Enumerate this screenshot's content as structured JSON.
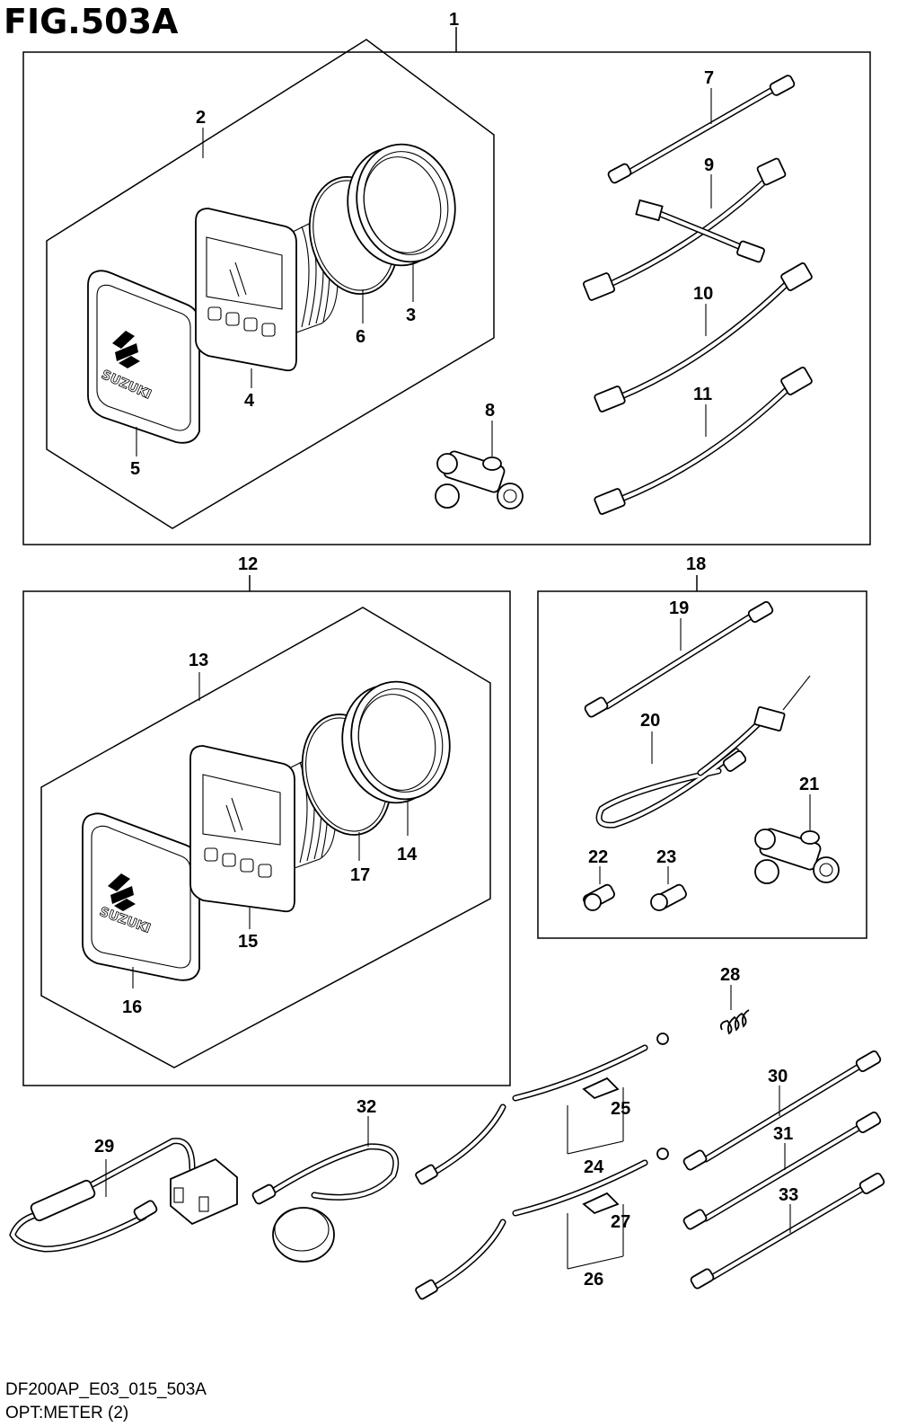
{
  "figure": {
    "title": "FIG.503A",
    "code": "DF200AP_E03_015_503A",
    "name": "OPT:METER (2)"
  },
  "callouts": {
    "c1": "1",
    "c2": "2",
    "c3": "3",
    "c4": "4",
    "c5": "5",
    "c6": "6",
    "c7": "7",
    "c8": "8",
    "c9": "9",
    "c10": "10",
    "c11": "11",
    "c12": "12",
    "c13": "13",
    "c14": "14",
    "c15": "15",
    "c16": "16",
    "c17": "17",
    "c18": "18",
    "c19": "19",
    "c20": "20",
    "c21": "21",
    "c22": "22",
    "c23": "23",
    "c24": "24",
    "c25": "25",
    "c26": "26",
    "c27": "27",
    "c28": "28",
    "c29": "29",
    "c30": "30",
    "c31": "31",
    "c32": "32",
    "c33": "33"
  },
  "logo_text": "SUZUKI"
}
